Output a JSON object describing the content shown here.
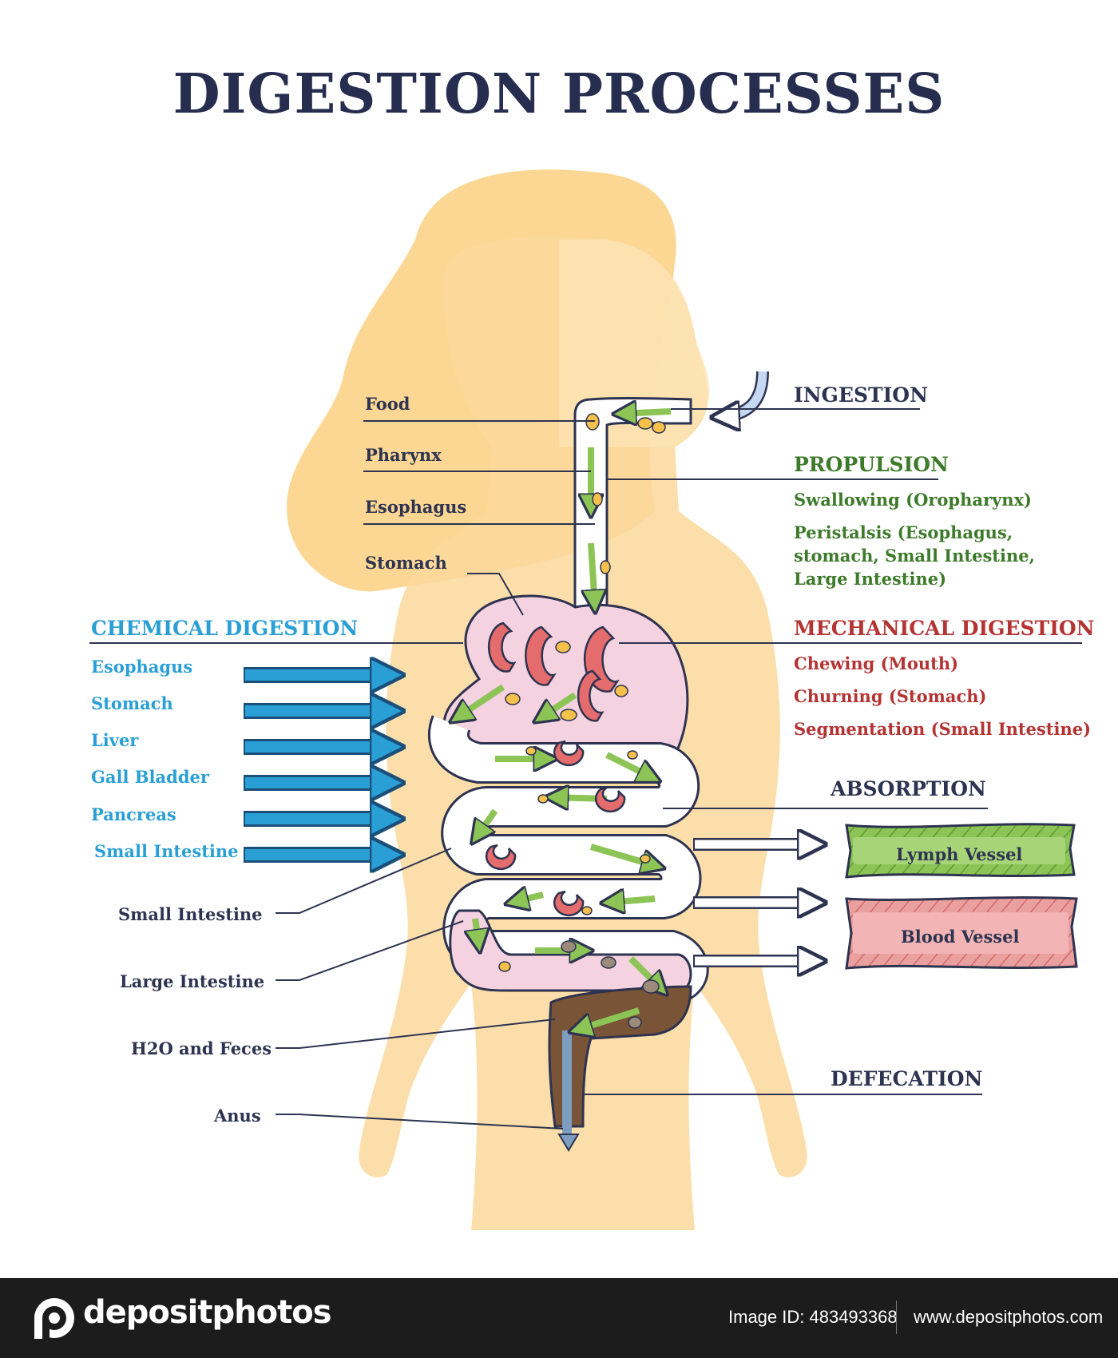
{
  "title": "DIGESTION PROCESSES",
  "organ_labels": {
    "food": "Food",
    "pharynx": "Pharynx",
    "esophagus": "Esophagus",
    "stomach": "Stomach"
  },
  "chemical_digestion": {
    "heading": "CHEMICAL DIGESTION",
    "items": [
      "Esophagus",
      "Stomach",
      "Liver",
      "Gall Bladder",
      "Pancreas",
      "Small Intestine"
    ]
  },
  "lower_labels": {
    "small_intestine": "Small Intestine",
    "large_intestine": "Large Intestine",
    "h2o_feces": "H2O and Feces",
    "anus": "Anus"
  },
  "ingestion": {
    "heading": "INGESTION"
  },
  "propulsion": {
    "heading": "PROPULSION",
    "line1": "Swallowing (Oropharynx)",
    "line2": "Peristalsis (Esophagus, stomach, Small Intestine, Large Intestine)"
  },
  "mechanical_digestion": {
    "heading": "MECHANICAL DIGESTION",
    "items": [
      "Chewing (Mouth)",
      "Churning (Stomach)",
      "Segmentation (Small Intestine)"
    ]
  },
  "absorption": {
    "heading": "ABSORPTION",
    "lymph_vessel": "Lymph Vessel",
    "blood_vessel": "Blood Vessel"
  },
  "defecation": {
    "heading": "DEFECATION"
  },
  "footer": {
    "brand": "depositphotos",
    "image_id": "Image ID: 483493368",
    "url": "www.depositphotos.com"
  },
  "colors": {
    "title": "#262d4e",
    "chemical": "#2a9fd6",
    "propulsion": "#3d7a2a",
    "mechanical": "#b43333",
    "body": "#fbd9a0",
    "hair": "#fbc866",
    "intestine": "#f3d4df",
    "lymph": "#8cc456",
    "blood": "#e88a8a"
  }
}
